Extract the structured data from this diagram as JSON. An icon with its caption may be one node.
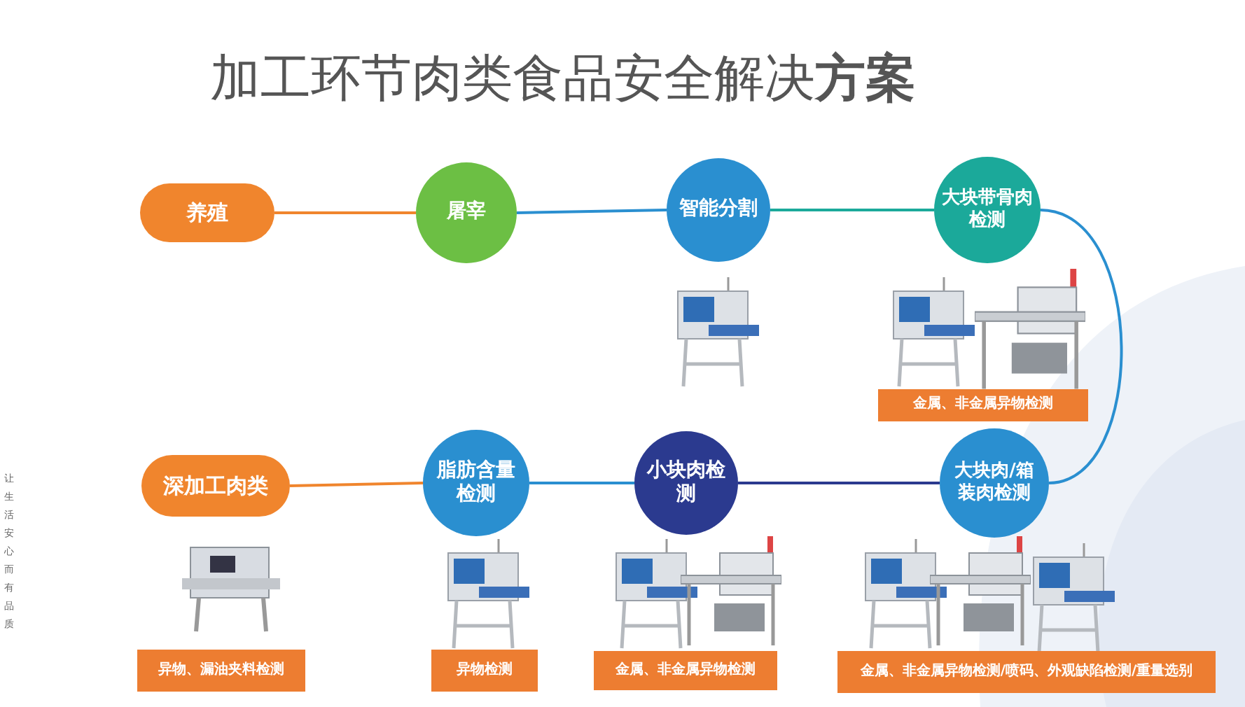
{
  "diagram": {
    "title": "加工环节肉类食品安全解决**方案**",
    "nodes": [
      {
        "text": [
          "养殖"
        ]
      },
      {
        "text": [
          "屠宰"
        ]
      },
      {
        "text": [
          "智能分割"
        ]
      },
      {
        "text": [
          "大块带骨肉检测"
        ]
      },
      {
        "text": [
          "大块肉/箱装肉检测"
        ]
      },
      {
        "text": [
          "小块肉检测"
        ]
      },
      {
        "text": [
          "脂肪含量检测"
        ]
      },
      {
        "text": [
          "深加工肉类"
        ]
      },
      {
        "text": [
          "金属、非金属异物检测"
        ]
      },
      {
        "text": [
          "异物、漏油夹料检测"
        ]
      },
      {
        "text": [
          "异物检测"
        ]
      },
      {
        "text": [
          "金属、非金属异物检测"
        ]
      },
      {
        "text": [
          "金属、非金属异物检测/喷码、外观缺陷检测/重量选别"
        ]
      }
    ],
    "edges": [
      {
        "from": 0,
        "to": 1,
        "arrow": "none",
        "color": "#f0852d"
      },
      {
        "from": 1,
        "to": 2,
        "arrow": "none",
        "color": "#2a8fd0"
      },
      {
        "from": 2,
        "to": 3,
        "arrow": "none",
        "color": "#1ba99a"
      },
      {
        "from": 3,
        "to": 4,
        "arrow": "none",
        "color": "#2a8fd0"
      },
      {
        "from": 4,
        "to": 5,
        "arrow": "none",
        "color": "#2b3a8f"
      },
      {
        "from": 5,
        "to": 6,
        "arrow": "none",
        "color": "#2a8fd0"
      },
      {
        "from": 6,
        "to": 7,
        "arrow": "none",
        "color": "#f0852d"
      }
    ],
    "labels": [
      "让生活安心而有品质"
    ]
  }
}
